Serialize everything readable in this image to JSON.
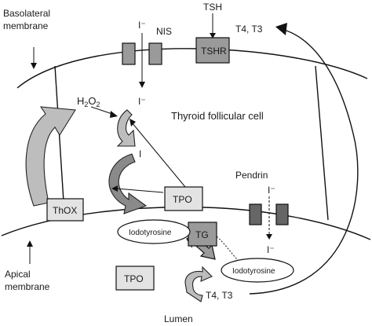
{
  "labels": {
    "basolateral_membrane": [
      "Basolateral",
      "membrane"
    ],
    "apical_membrane": [
      "Apical",
      "membrane"
    ],
    "lumen": "Lumen",
    "thyroid_follicular_cell": "Thyroid follicular cell",
    "tsh": "TSH",
    "nis": "NIS",
    "iodide_top": "I⁻",
    "iodide_cell": "I⁻",
    "iodine": "I",
    "h2o2_base": "H",
    "h2o2_sub1": "2",
    "h2o2_o": "O",
    "h2o2_sub2": "2",
    "t4t3_top": "T4, T3",
    "pendrin": "Pendrin",
    "iodide_pendrin_top": "I⁻",
    "iodide_pendrin_bottom": "I⁻",
    "t4t3_bottom": "T4, T3"
  },
  "boxes": {
    "tshr": "TSHR",
    "thox": "ThOX",
    "tpo_cell": "TPO",
    "tg": "TG",
    "tpo_lumen": "TPO"
  },
  "ellipses": {
    "iodotyrosine_cell": "Iodotyrosine",
    "iodotyrosine_lumen": "Iodotyrosine"
  }
}
